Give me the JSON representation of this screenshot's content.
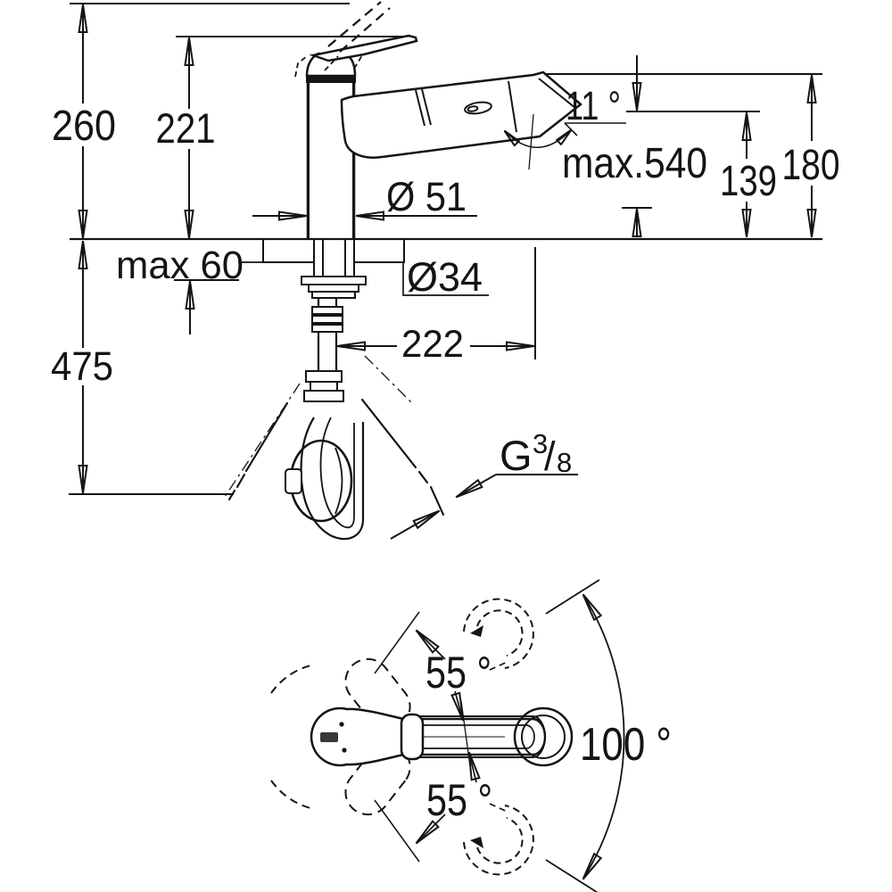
{
  "colors": {
    "line": "#141414",
    "background": "#ffffff"
  },
  "side_view": {
    "labels": {
      "overall_height": "260",
      "spout_height": "221",
      "spray_angle": "11 °",
      "max_pullout": "max.540",
      "outlet_height": "139",
      "head_top_height": "180",
      "body_diameter": "Ø 51",
      "max_deck_thickness": "max 60",
      "hole_diameter": "Ø34",
      "projection": "222",
      "below_deck_length": "475",
      "thread_prefix": "G",
      "thread_numerator": "3",
      "thread_slash": "/",
      "thread_denominator": "8"
    }
  },
  "top_view": {
    "labels": {
      "swivel_upper": "55 °",
      "swivel_total": "100 °",
      "swivel_lower": "55 °"
    }
  }
}
